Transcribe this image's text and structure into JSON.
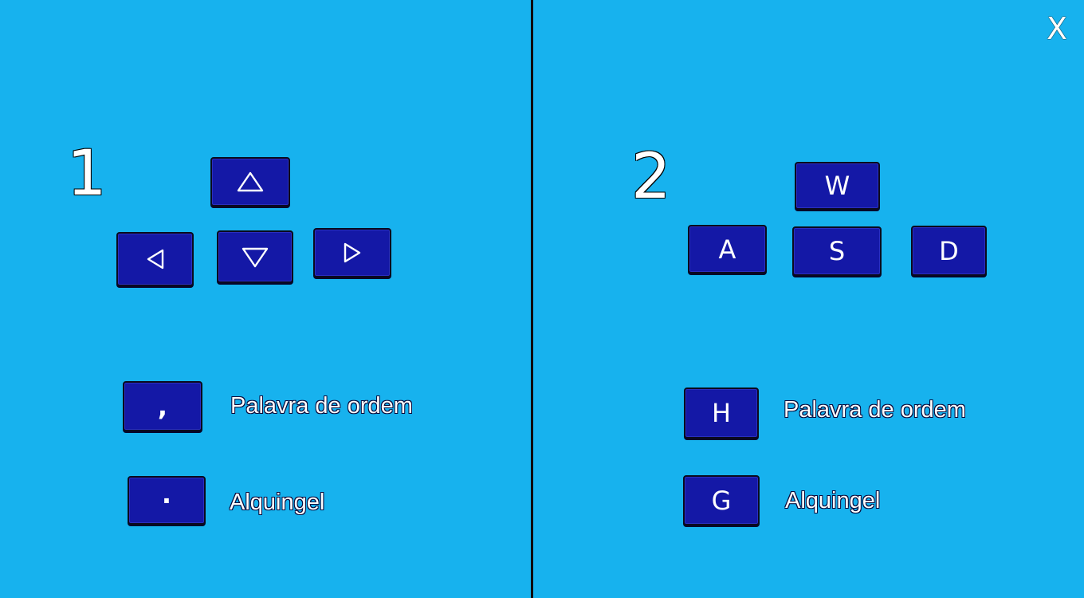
{
  "close": {
    "label": "X",
    "icon": "close-icon"
  },
  "player1": {
    "number": "1",
    "movement": {
      "up_icon": "arrow-up-icon",
      "left_icon": "arrow-left-icon",
      "down_icon": "arrow-down-icon",
      "right_icon": "arrow-right-icon"
    },
    "actions": [
      {
        "key": ",",
        "label": "Palavra de ordem"
      },
      {
        "key": "·",
        "label": "Alquingel"
      }
    ]
  },
  "player2": {
    "number": "2",
    "movement": {
      "up": "W",
      "left": "A",
      "down": "S",
      "right": "D"
    },
    "actions": [
      {
        "key": "H",
        "label": "Palavra de ordem"
      },
      {
        "key": "G",
        "label": "Alquingel"
      }
    ]
  },
  "colors": {
    "background": "#17b2ee",
    "key_fill": "#1418a6",
    "divider": "#0d0d0d",
    "text": "#ffffff"
  }
}
